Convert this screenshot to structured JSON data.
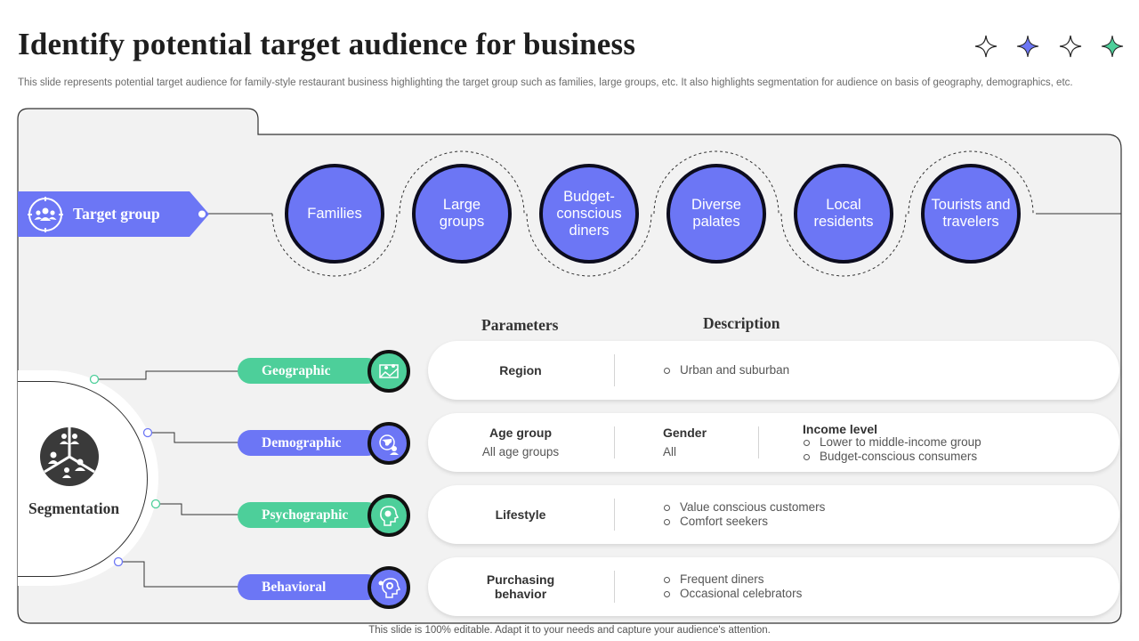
{
  "header": {
    "title": "Identify potential target audience for business",
    "subtitle": "This slide represents potential target audience for family-style restaurant business highlighting the target group such as families, large groups, etc. It also highlights segmentation for audience on basis of geography, demographics, etc."
  },
  "stars": [
    "sparkle-outline",
    "sparkle-blue",
    "sparkle-outline",
    "sparkle-green"
  ],
  "colors": {
    "blue": "#6c76f5",
    "green": "#4dcf9a",
    "dark": "#0c0c1e",
    "panel": "#f2f2f2"
  },
  "target_group": {
    "label": "Target group",
    "items": [
      "Families",
      "Large groups",
      "Budget-conscious diners",
      "Diverse palates",
      "Local residents",
      "Tourists and travelers"
    ]
  },
  "segmentation": {
    "label": "Segmentation",
    "headers": {
      "parameters": "Parameters",
      "description": "Description"
    },
    "rows": [
      {
        "name": "Geographic",
        "param": "Region",
        "bullets": [
          "Urban and suburban"
        ]
      },
      {
        "name": "Demographic",
        "age_label": "Age group",
        "age_value": "All age groups",
        "gender_label": "Gender",
        "gender_value": "All",
        "income_label": "Income level",
        "income_bullets": [
          "Lower to middle-income group",
          "Budget-conscious consumers"
        ]
      },
      {
        "name": "Psychographic",
        "param": "Lifestyle",
        "bullets": [
          "Value conscious customers",
          "Comfort seekers"
        ]
      },
      {
        "name": "Behavioral",
        "param": "Purchasing behavior",
        "bullets": [
          "Frequent diners",
          "Occasional celebrators"
        ]
      }
    ]
  },
  "footer": "This slide is 100% editable. Adapt it to your needs and capture your audience's attention."
}
